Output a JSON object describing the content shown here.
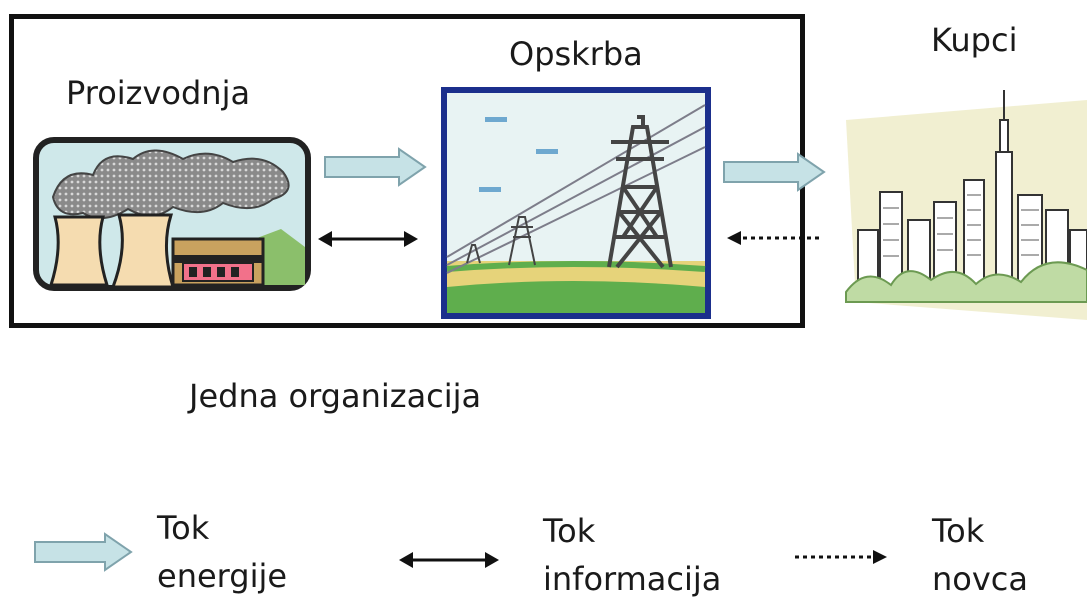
{
  "diagram": {
    "organization_label": "Jedna organizacija",
    "nodes": {
      "production": {
        "label": "Proizvodnja",
        "icon": "power-plant-icon"
      },
      "supply": {
        "label": "Opskrba",
        "icon": "power-transmission-tower-icon"
      },
      "customers": {
        "label": "Kupci",
        "icon": "city-skyline-icon"
      }
    },
    "edges": [
      {
        "from": "production",
        "to": "supply",
        "type": "energy"
      },
      {
        "from": "production",
        "to": "supply",
        "type": "information",
        "bidirectional": true
      },
      {
        "from": "supply",
        "to": "customers",
        "type": "energy"
      },
      {
        "from": "customers",
        "to": "supply",
        "type": "money"
      }
    ]
  },
  "legend": {
    "energy": {
      "line1": "Tok",
      "line2": "energije",
      "style": "thick-light-blue-arrow"
    },
    "information": {
      "line1": "Tok",
      "line2": "informacija",
      "style": "black-double-headed-arrow"
    },
    "money": {
      "line1": "Tok",
      "line2": "novca",
      "style": "dotted-black-arrow"
    }
  },
  "colors": {
    "energy_arrow_fill": "#c6e2e6",
    "energy_arrow_stroke": "#7fa3ac",
    "supply_frame": "#1b2f8c",
    "production_frame": "#222222"
  }
}
